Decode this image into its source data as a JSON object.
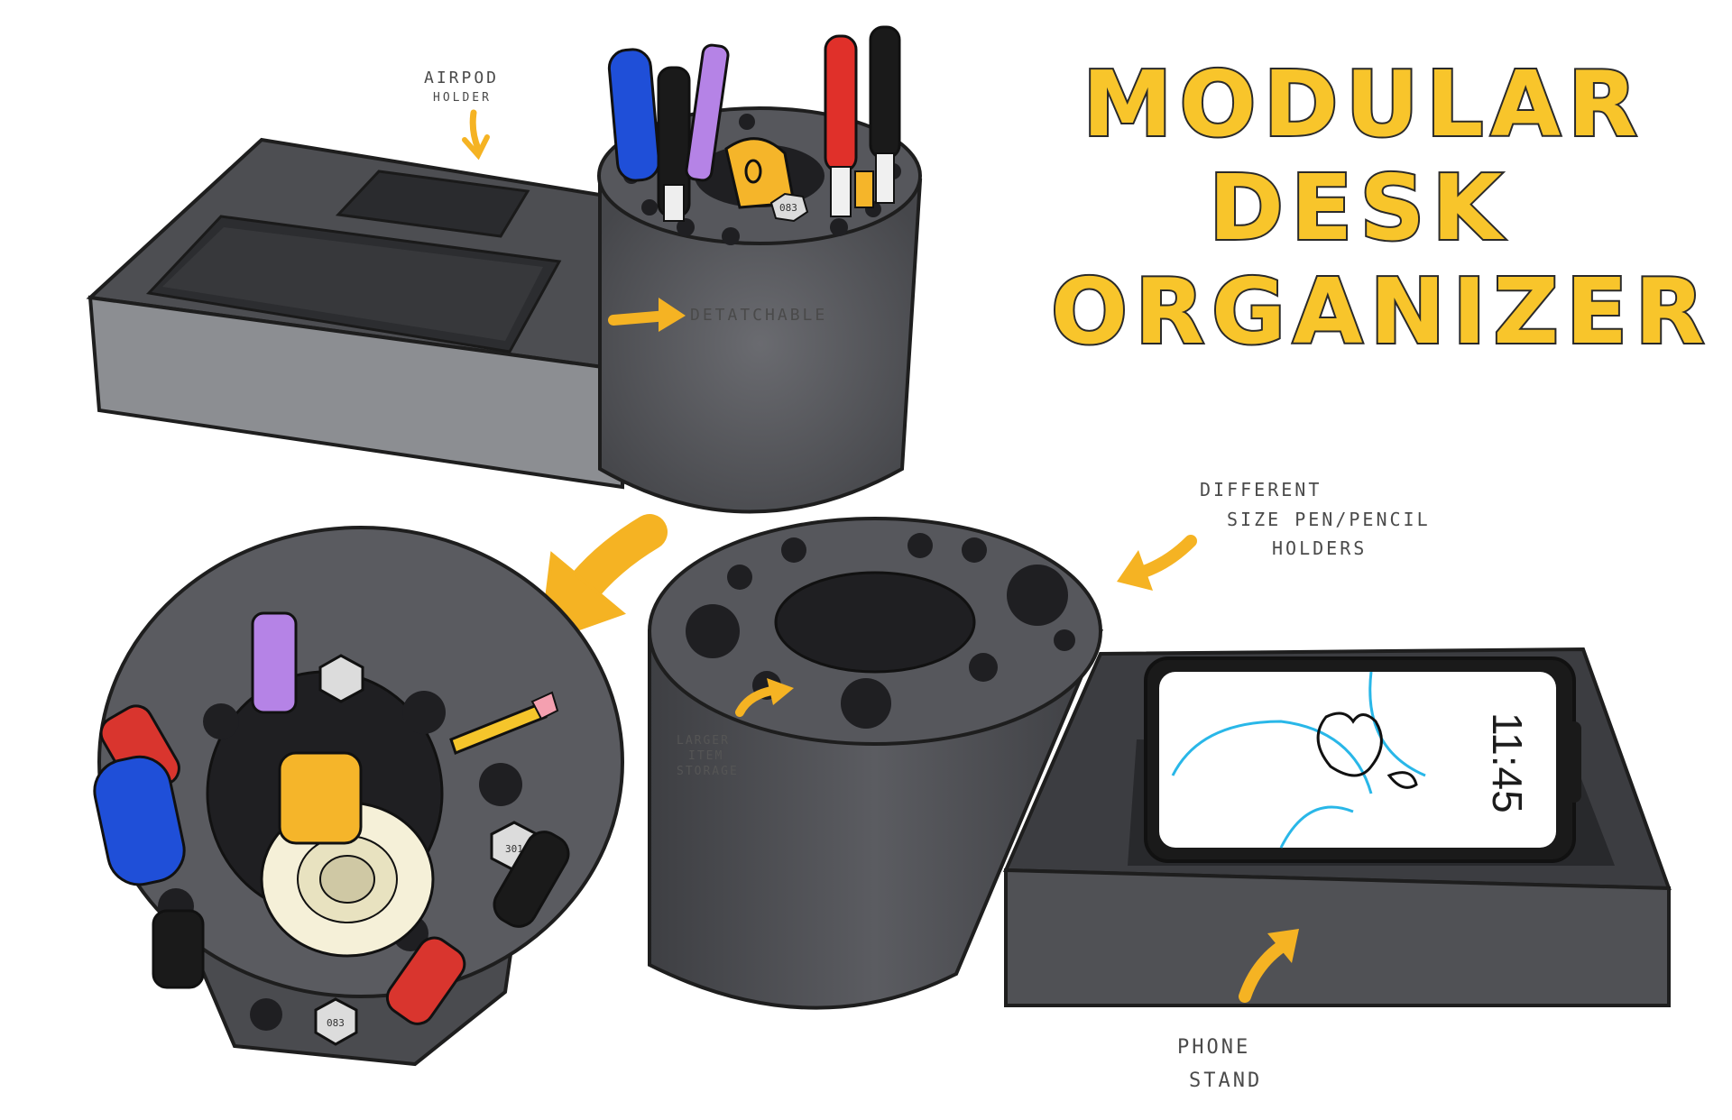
{
  "title": {
    "line1": "MODULAR",
    "line2": "DESK",
    "line3": "ORGANIZER"
  },
  "annotations": {
    "airpod_line1": "AIRPOD",
    "airpod_line2": "HOLDER",
    "detachable": "DETATCHABLE",
    "different_line1": "DIFFERENT",
    "different_line2": "SIZE PEN/PENCIL",
    "different_line3": "HOLDERS",
    "larger_line1": "LARGER",
    "larger_line2": "ITEM",
    "larger_line3": "STORAGE",
    "phone_line1": "PHONE",
    "phone_line2": "STAND"
  },
  "phone": {
    "clock": "11:45"
  },
  "tape": {
    "label": "083"
  },
  "nut_labels": {
    "top_view_nut": "301",
    "bottom_nut": "083"
  },
  "colors": {
    "title_fill": "#f8c52b",
    "arrow": "#f5b323",
    "body_dark": "#4b4c50",
    "body_mid": "#5c5d62",
    "body_light": "#8a8c90"
  }
}
